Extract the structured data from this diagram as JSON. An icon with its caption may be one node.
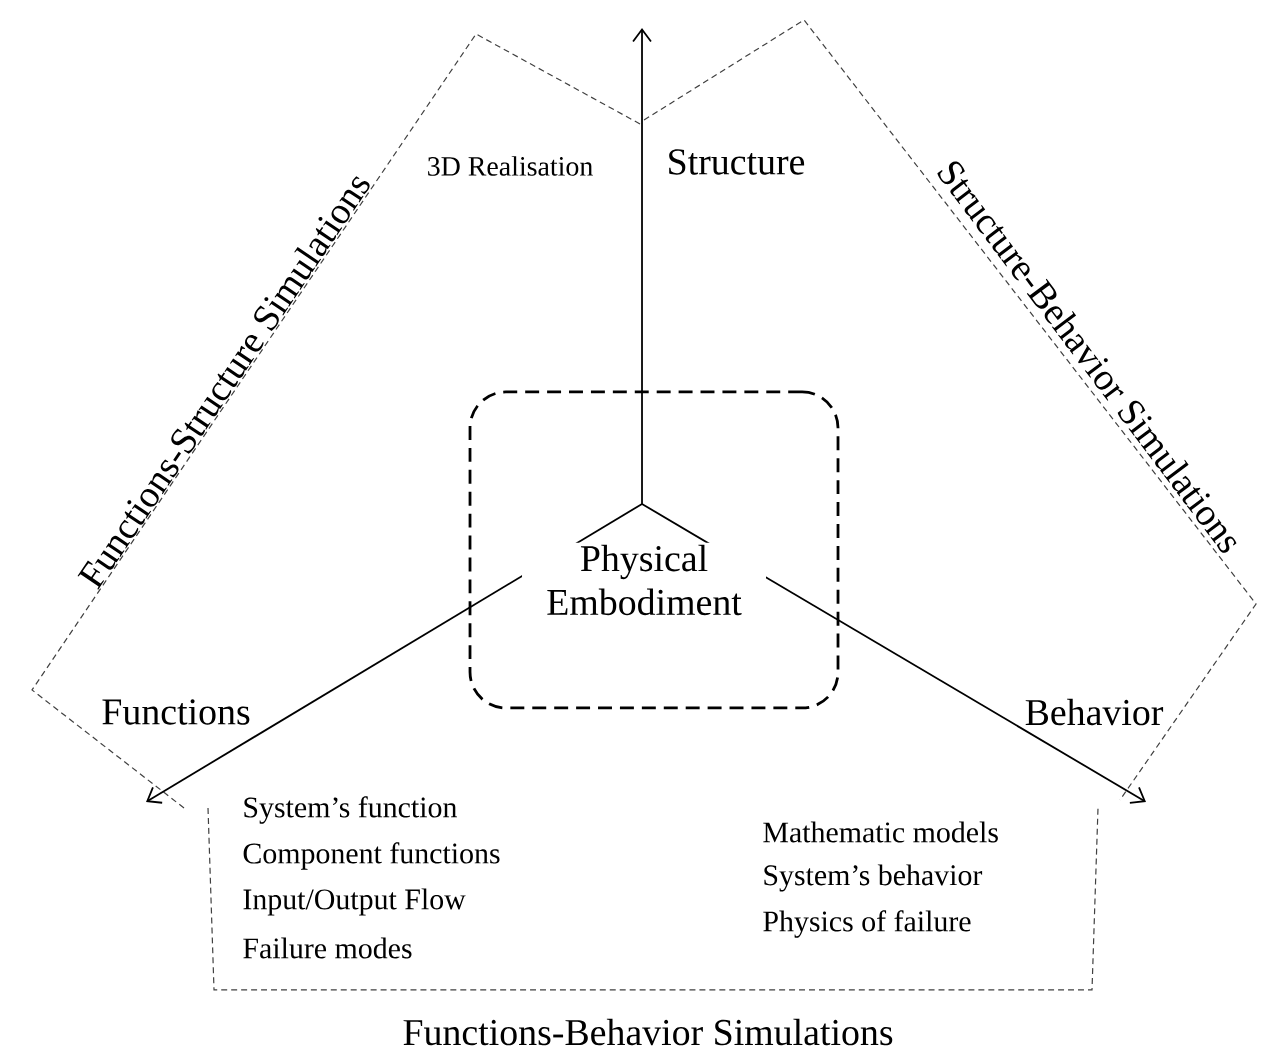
{
  "diagram": {
    "nodes": [
      {
        "text": [
          "Physical Embodiment"
        ]
      }
    ],
    "labels": [
      "Functions-Structure Simulations",
      "3D Realisation",
      "Structure",
      "Structure-Behavior Simulations",
      "Functions",
      "Behavior",
      "System’s function",
      "Component functions",
      "Input/Output Flow",
      "Failure modes",
      "Mathematic models",
      "System’s behavior",
      "Physics of failure",
      "Functions-Behavior Simulations"
    ]
  }
}
